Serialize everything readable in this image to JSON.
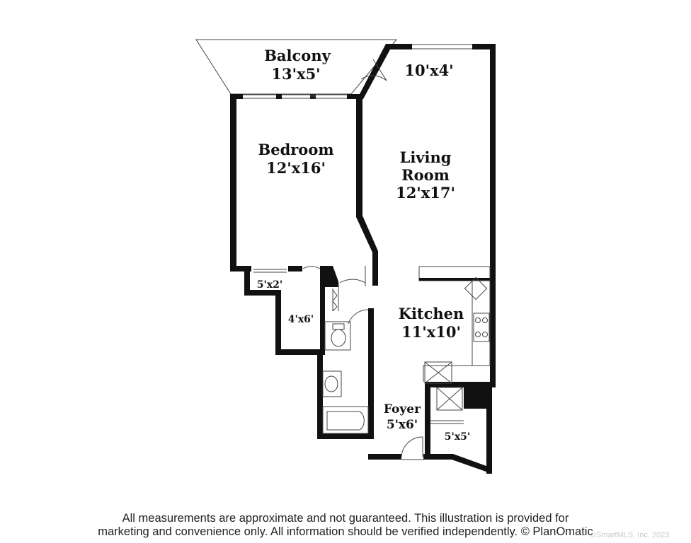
{
  "rooms": {
    "balcony": {
      "name": "Balcony",
      "size": "13'x5'"
    },
    "upper_room": {
      "size": "10'x4'"
    },
    "bedroom": {
      "name": "Bedroom",
      "size": "12'x16'"
    },
    "living_room": {
      "name_line1": "Living",
      "name_line2": "Room",
      "size": "12'x17'"
    },
    "closet_bedroom": {
      "size": "5'x2'"
    },
    "closet_hall": {
      "size": "4'x6'"
    },
    "kitchen": {
      "name": "Kitchen",
      "size": "11'x10'"
    },
    "foyer": {
      "name": "Foyer",
      "size": "5'x6'"
    },
    "closet_foyer": {
      "size": "5'x5'"
    }
  },
  "footer": {
    "line1": "All measurements are approximate and not guaranteed. This illustration is provided for",
    "line2": "marketing and convenience only. All information should be verified independently. © PlanOmatic"
  },
  "watermark": "©SmartMLS, Inc. 2023",
  "colors": {
    "wall": "#111111",
    "background": "#ffffff",
    "text": "#222222"
  }
}
